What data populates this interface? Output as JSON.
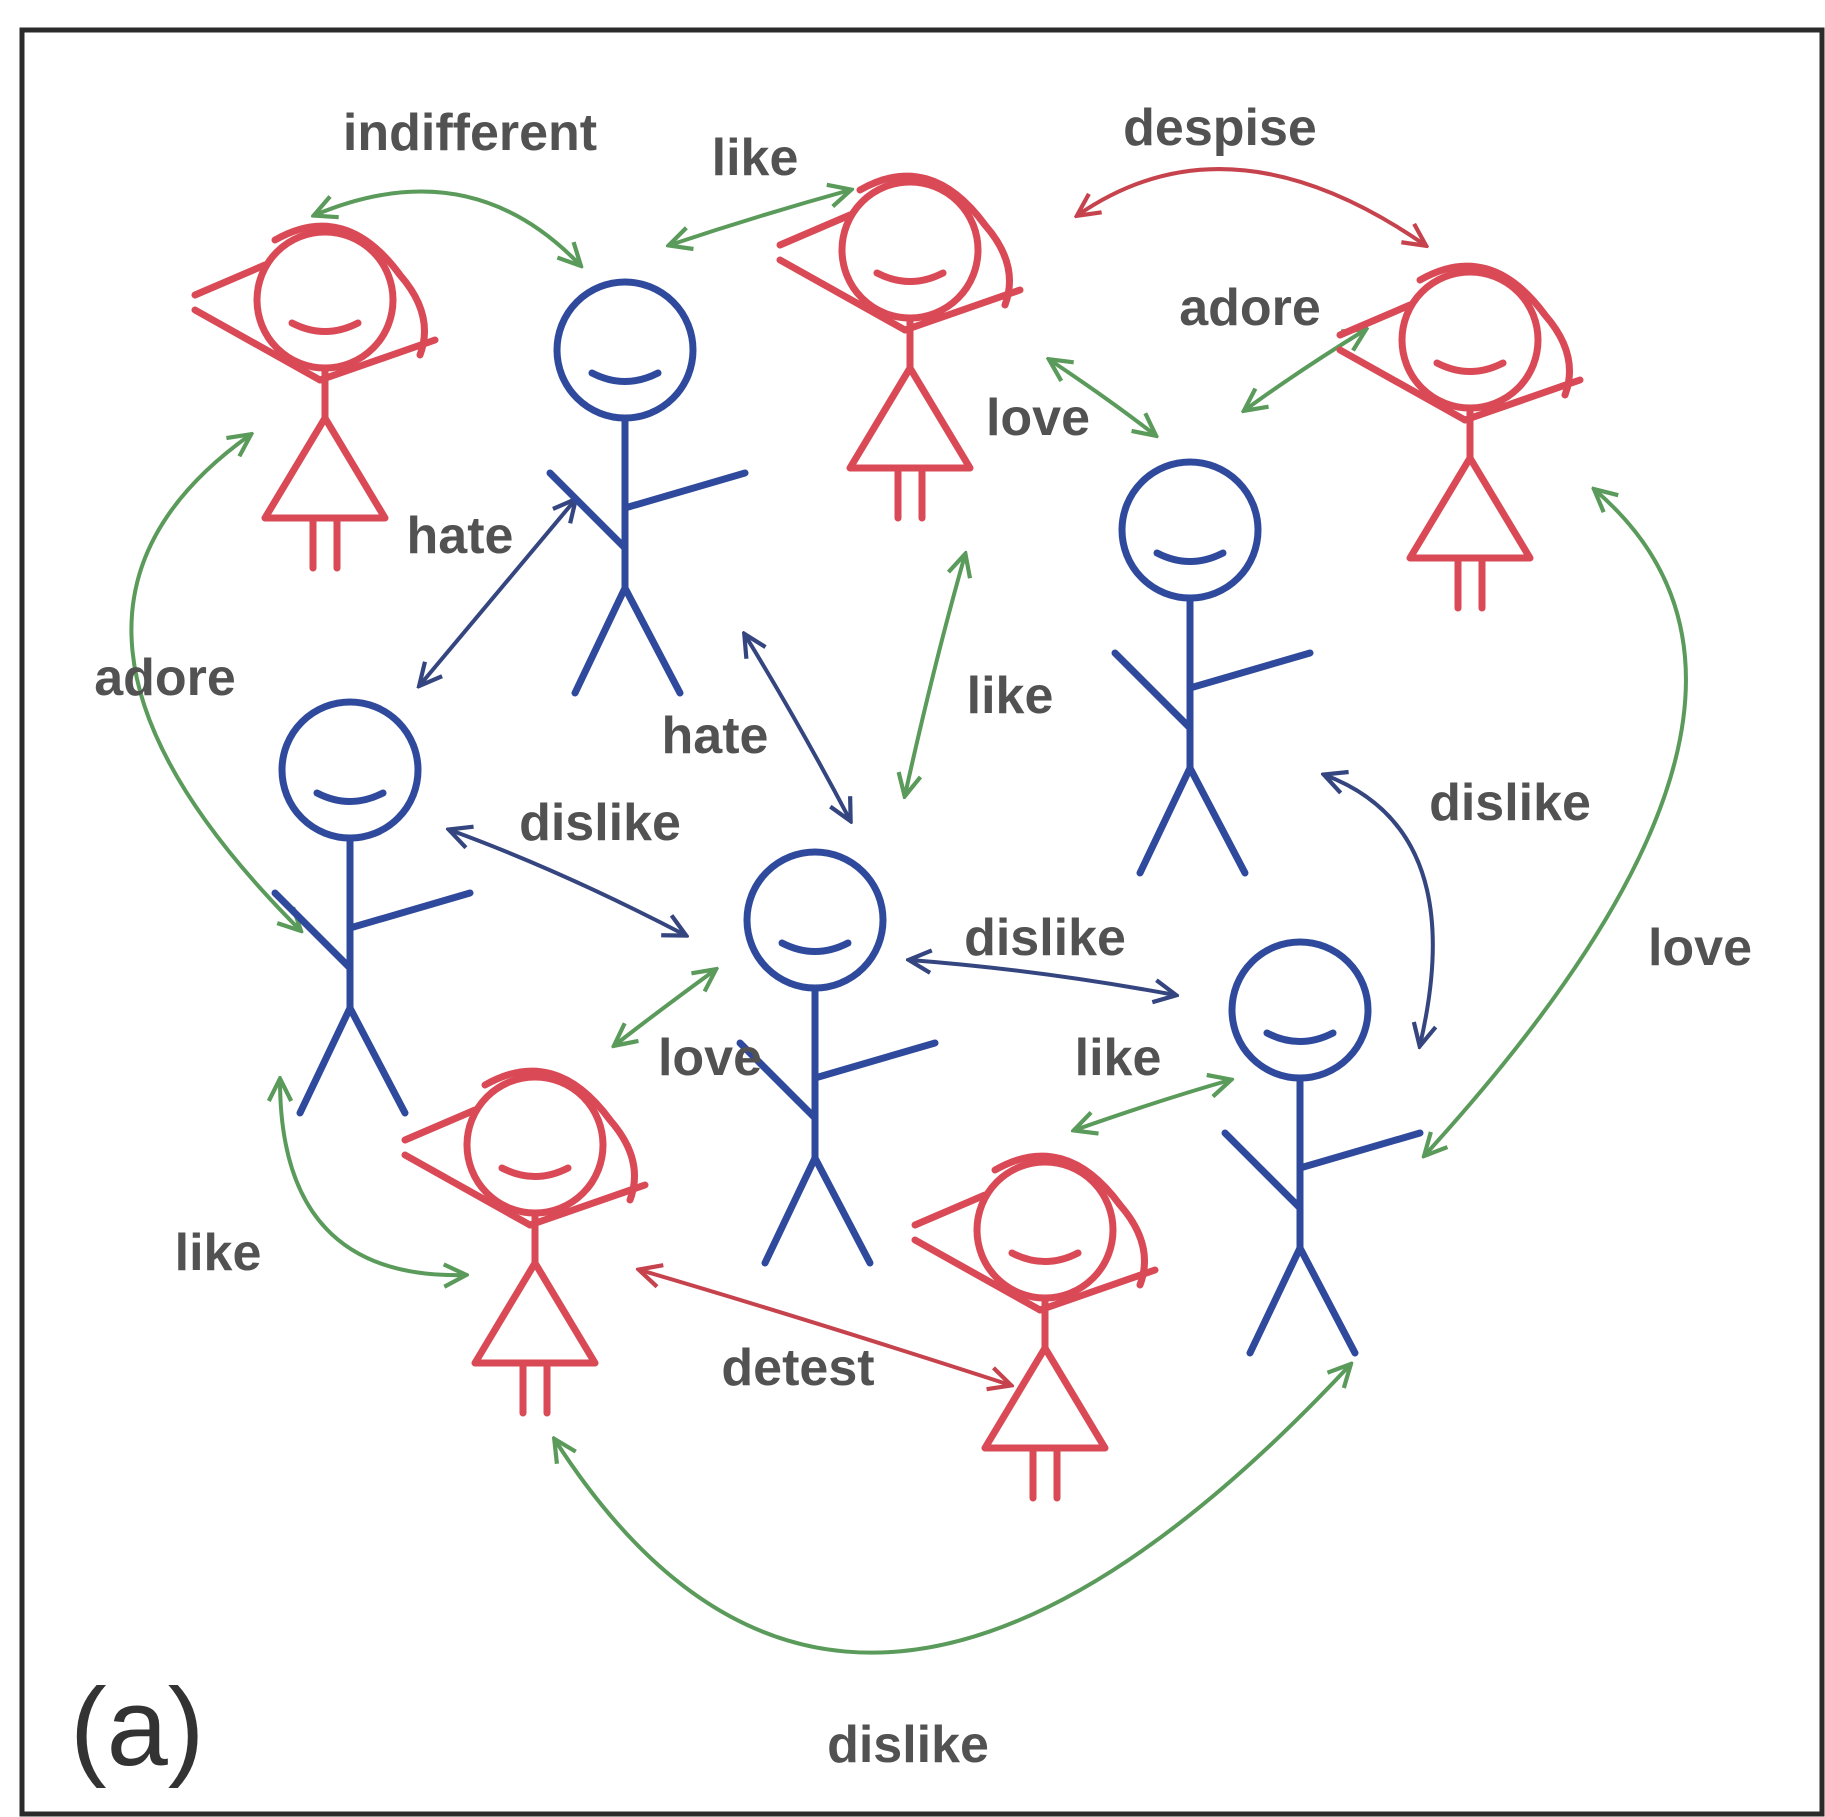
{
  "colors": {
    "female": "#d94a56",
    "male": "#2f4a9c",
    "positive": "#5a9a5a",
    "negative_male": "#34457f",
    "negative_female": "#c6434d",
    "label": "#525252",
    "frame": "#2b2b2b"
  },
  "people": [
    {
      "id": "F1",
      "sex": "female"
    },
    {
      "id": "F2",
      "sex": "female"
    },
    {
      "id": "F3",
      "sex": "female"
    },
    {
      "id": "F4",
      "sex": "female"
    },
    {
      "id": "F5",
      "sex": "female"
    },
    {
      "id": "M1",
      "sex": "male"
    },
    {
      "id": "M2",
      "sex": "male"
    },
    {
      "id": "M3",
      "sex": "male"
    },
    {
      "id": "M4",
      "sex": "male"
    },
    {
      "id": "M5",
      "sex": "male"
    }
  ],
  "relations": [
    {
      "id": "r1",
      "from": "F1",
      "to": "M1",
      "label": "indifferent",
      "kind": "positive"
    },
    {
      "id": "r2",
      "from": "M1",
      "to": "F2",
      "label": "like",
      "kind": "positive"
    },
    {
      "id": "r3",
      "from": "F2",
      "to": "F3",
      "label": "despise",
      "kind": "negative_female"
    },
    {
      "id": "r4",
      "from": "F3",
      "to": "M3",
      "label": "adore",
      "kind": "positive"
    },
    {
      "id": "r5",
      "from": "F2",
      "to": "M3",
      "label": "love",
      "kind": "positive"
    },
    {
      "id": "r6",
      "from": "M1",
      "to": "M2",
      "label": "hate",
      "kind": "negative_male"
    },
    {
      "id": "r7",
      "from": "M1",
      "to": "M4",
      "label": "hate",
      "kind": "negative_male"
    },
    {
      "id": "r8",
      "from": "F2",
      "to": "M4",
      "label": "like",
      "kind": "positive"
    },
    {
      "id": "r9",
      "from": "F1",
      "to": "M2",
      "label": "adore",
      "kind": "positive"
    },
    {
      "id": "r10",
      "from": "M2",
      "to": "M4",
      "label": "dislike",
      "kind": "negative_male"
    },
    {
      "id": "r11",
      "from": "M3",
      "to": "M5",
      "label": "dislike",
      "kind": "negative_male"
    },
    {
      "id": "r12",
      "from": "M4",
      "to": "M5",
      "label": "dislike",
      "kind": "negative_male"
    },
    {
      "id": "r13",
      "from": "F3",
      "to": "M5",
      "label": "love",
      "kind": "positive"
    },
    {
      "id": "r14",
      "from": "M4",
      "to": "F4",
      "label": "love",
      "kind": "positive"
    },
    {
      "id": "r15",
      "from": "M5",
      "to": "F5",
      "label": "like",
      "kind": "positive"
    },
    {
      "id": "r16",
      "from": "M2",
      "to": "F4",
      "label": "like",
      "kind": "positive"
    },
    {
      "id": "r17",
      "from": "F4",
      "to": "F5",
      "label": "detest",
      "kind": "negative_female"
    },
    {
      "id": "r18",
      "from": "F4",
      "to": "M5",
      "label": "dislike",
      "kind": "positive"
    }
  ],
  "panel_label": "(a)"
}
